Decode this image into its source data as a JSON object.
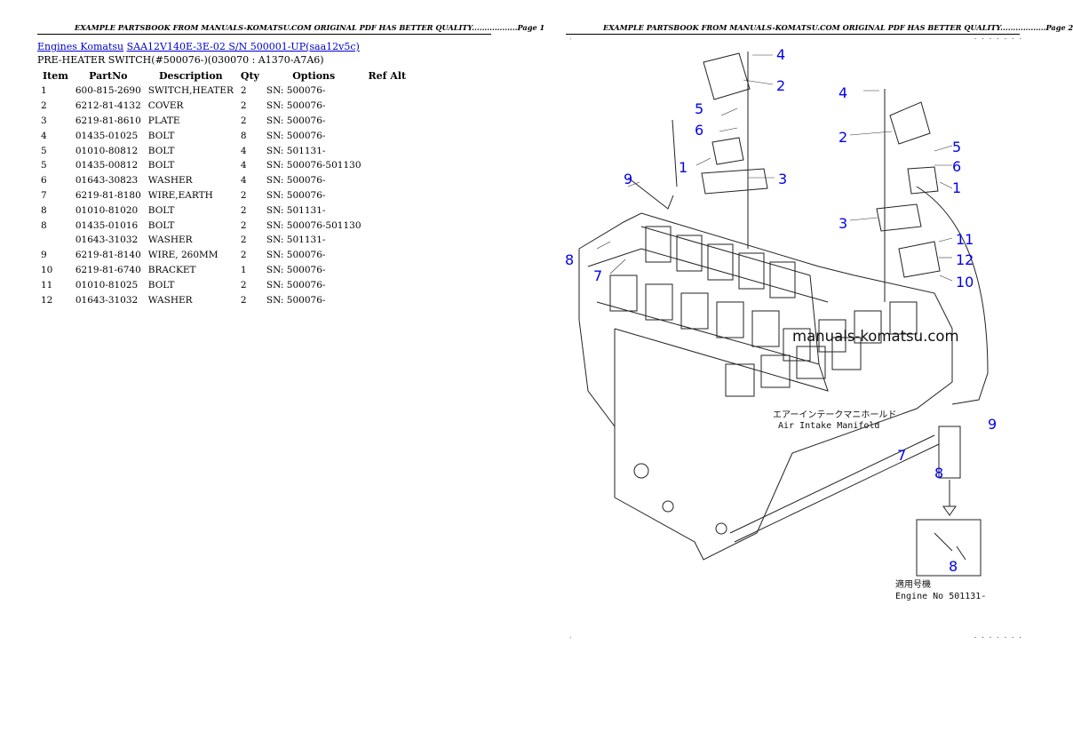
{
  "page1": {
    "header": "EXAMPLE PARTSBOOK FROM MANUALS-KOMATSU.COM ORIGINAL PDF HAS BETTER QUALITY..................Page 1",
    "breadcrumb": {
      "link1": "Engines Komatsu",
      "link2": "SAA12V140E-3E-02 S/N 500001-UP(saa12v5c)"
    },
    "subtitle": "PRE-HEATER SWITCH(#500076-)(030070 : A1370-A7A6)",
    "table": {
      "headers": [
        "Item",
        "PartNo",
        "Description",
        "Qty",
        "Options",
        "Ref Alt"
      ],
      "rows": [
        [
          "1",
          "600-815-2690",
          "SWITCH,HEATER",
          "2",
          "SN: 500076-",
          ""
        ],
        [
          "2",
          "6212-81-4132",
          "COVER",
          "2",
          "SN: 500076-",
          ""
        ],
        [
          "3",
          "6219-81-8610",
          "PLATE",
          "2",
          "SN: 500076-",
          ""
        ],
        [
          "4",
          "01435-01025",
          "BOLT",
          "8",
          "SN: 500076-",
          ""
        ],
        [
          "5",
          "01010-80812",
          "BOLT",
          "4",
          "SN: 501131-",
          ""
        ],
        [
          "5",
          "01435-00812",
          "BOLT",
          "4",
          "SN: 500076-501130",
          ""
        ],
        [
          "6",
          "01643-30823",
          "WASHER",
          "4",
          "SN: 500076-",
          ""
        ],
        [
          "7",
          "6219-81-8180",
          "WIRE,EARTH",
          "2",
          "SN: 500076-",
          ""
        ],
        [
          "8",
          "01010-81020",
          "BOLT",
          "2",
          "SN: 501131-",
          ""
        ],
        [
          "8",
          "01435-01016",
          "BOLT",
          "2",
          "SN: 500076-501130",
          ""
        ],
        [
          "",
          "01643-31032",
          "WASHER",
          "2",
          "SN: 501131-",
          ""
        ],
        [
          "9",
          "6219-81-8140",
          "WIRE, 260MM",
          "2",
          "SN: 500076-",
          ""
        ],
        [
          "10",
          "6219-81-6740",
          "BRACKET",
          "1",
          "SN: 500076-",
          ""
        ],
        [
          "11",
          "01010-81025",
          "BOLT",
          "2",
          "SN: 500076-",
          ""
        ],
        [
          "12",
          "01643-31032",
          "WASHER",
          "2",
          "SN: 500076-",
          ""
        ]
      ]
    }
  },
  "page2": {
    "header": "EXAMPLE PARTSBOOK FROM MANUALS-KOMATSU.COM ORIGINAL PDF HAS BETTER QUALITY..................Page 2",
    "watermark": "manuals-komatsu.com",
    "diagram": {
      "callouts": [
        "4",
        "2",
        "5",
        "6",
        "1",
        "3",
        "9",
        "8",
        "7",
        "4",
        "2",
        "5",
        "6",
        "1",
        "3",
        "11",
        "12",
        "10",
        "9",
        "7",
        "8",
        "8"
      ],
      "manifold_jp": "エアーインテークマニホールド",
      "manifold_en": "Air Intake Manifold",
      "applic_jp": "適用号機",
      "applic_en": "Engine No 501131-"
    }
  }
}
